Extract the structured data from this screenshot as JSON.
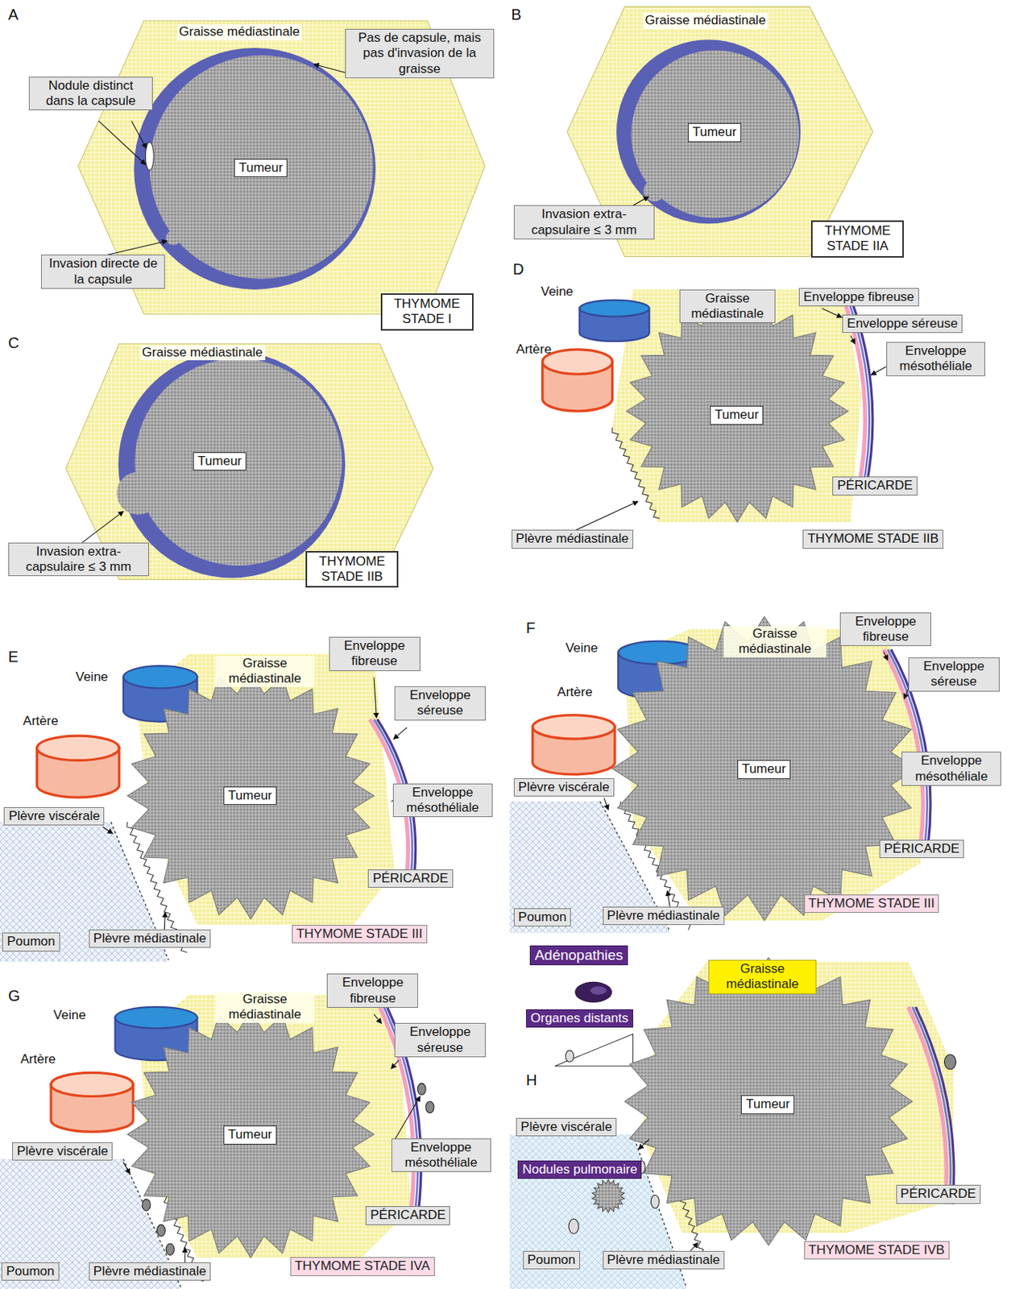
{
  "diagram": {
    "nodes": [
      {
        "text": [
          "Pas de capsule, mais pas d'invasion de la graisse"
        ]
      },
      {
        "text": [
          "Nodule distinct dans la capsule"
        ]
      },
      {
        "text": [
          "Tumeur"
        ]
      },
      {
        "text": [
          "Invasion directe de la capsule"
        ]
      },
      {
        "text": [
          "THYMOME STADE I"
        ]
      },
      {
        "text": [
          "Tumeur"
        ]
      },
      {
        "text": [
          "Invasion extra-capsulaire ≤ 3 mm"
        ]
      },
      {
        "text": [
          "THYMOME STADE IIA"
        ]
      },
      {
        "text": [
          "Tumeur"
        ]
      },
      {
        "text": [
          "Invasion extra-capsulaire ≤ 3 mm"
        ]
      },
      {
        "text": [
          "THYMOME STADE IIB"
        ]
      },
      {
        "text": [
          "Graisse médiastinale"
        ]
      },
      {
        "text": [
          "Enveloppe fibreuse"
        ]
      },
      {
        "text": [
          "Enveloppe séreuse"
        ]
      },
      {
        "text": [
          "Enveloppe mésothéliale"
        ]
      },
      {
        "text": [
          "Tumeur"
        ]
      },
      {
        "text": [
          "PÉRICARDE"
        ]
      },
      {
        "text": [
          "Plèvre médiastinale"
        ]
      },
      {
        "text": [
          "THYMOME STADE IIB"
        ]
      },
      {
        "text": [
          "Enveloppe fibreuse"
        ]
      },
      {
        "text": [
          "Enveloppe séreuse"
        ]
      },
      {
        "text": [
          "Tumeur"
        ]
      },
      {
        "text": [
          "Enveloppe mésothéliale"
        ]
      },
      {
        "text": [
          "Plèvre viscérale"
        ]
      },
      {
        "text": [
          "PÉRICARDE"
        ]
      },
      {
        "text": [
          "Poumon"
        ]
      },
      {
        "text": [
          "Plèvre médiastinale"
        ]
      },
      {
        "text": [
          "THYMOME STADE III"
        ]
      },
      {
        "text": [
          "Enveloppe fibreuse"
        ]
      },
      {
        "text": [
          "Enveloppe séreuse"
        ]
      },
      {
        "text": [
          "Enveloppe mésothéliale"
        ]
      },
      {
        "text": [
          "Tumeur"
        ]
      },
      {
        "text": [
          "Plèvre viscérale"
        ]
      },
      {
        "text": [
          "PÉRICARDE"
        ]
      },
      {
        "text": [
          "Poumon"
        ]
      },
      {
        "text": [
          "Plèvre médiastinale"
        ]
      },
      {
        "text": [
          "THYMOME STADE III"
        ]
      },
      {
        "text": [
          "Adénopathies"
        ]
      },
      {
        "text": [
          "Graisse médiastinale"
        ]
      },
      {
        "text": [
          "Organes distants"
        ]
      },
      {
        "text": [
          "Enveloppe fibreuse"
        ]
      },
      {
        "text": [
          "Enveloppe séreuse"
        ]
      },
      {
        "text": [
          "Tumeur"
        ]
      },
      {
        "text": [
          "Plèvre viscérale"
        ]
      },
      {
        "text": [
          "Enveloppe mésothéliale"
        ]
      },
      {
        "text": [
          "PÉRICARDE"
        ]
      },
      {
        "text": [
          "Poumon"
        ]
      },
      {
        "text": [
          "Plèvre médiastinale"
        ]
      },
      {
        "text": [
          "THYMOME STADE IVA"
        ]
      },
      {
        "text": [
          "Plèvre viscérale"
        ]
      },
      {
        "text": [
          "Tumeur"
        ]
      },
      {
        "text": [
          "Nodules pulmonaire"
        ]
      },
      {
        "text": [
          "PÉRICARDE"
        ]
      },
      {
        "text": [
          "Poumon"
        ]
      },
      {
        "text": [
          "Plèvre médiastinale"
        ]
      },
      {
        "text": [
          "THYMOME STADE IVB"
        ]
      }
    ],
    "labels": [
      "A",
      "Graisse médiastinale",
      "B",
      "Graisse médiastinale",
      "C",
      "Graisse médiastinale",
      "D",
      "Veine",
      "Artère",
      "E",
      "Veine",
      "Graisse médiastinale",
      "Artère",
      "F",
      "Veine",
      "Graisse médiastinale",
      "Artère",
      "G",
      "Veine",
      "Graisse médiastinale",
      "Artère",
      "H"
    ]
  }
}
